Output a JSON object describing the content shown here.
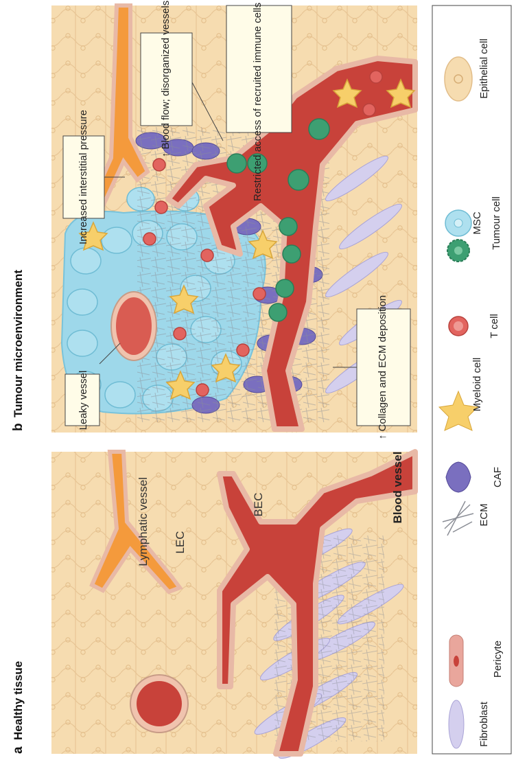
{
  "panels": {
    "a": {
      "letter": "a",
      "title": "Healthy tissue",
      "labels": {
        "lymphatic": "Lymphatic vessel",
        "lec": "LEC",
        "bec": "BEC",
        "blood": "Blood vessel"
      }
    },
    "b": {
      "letter": "b",
      "title": "Tumour microenvironment",
      "callouts": {
        "leaky": "Leaky vessel",
        "pressure": "Increased interstitial pressure",
        "flow": "↑ Blood flow; disorganized vessels",
        "access": "Restricted access of recruited immune cells to tumour bed",
        "collagen": "↑ Collagen and ECM deposition"
      }
    }
  },
  "legend": [
    {
      "label": "Fibroblast",
      "icon": "fibroblast-icon",
      "color": "#c9c4e6"
    },
    {
      "label": "Pericyte",
      "icon": "pericyte-icon",
      "color": "#e9a69c"
    },
    {
      "label": "ECM",
      "icon": "ecm-icon",
      "color": "#8b8e96"
    },
    {
      "label": "CAF",
      "icon": "caf-icon",
      "color": "#7a6fbf"
    },
    {
      "label": "Myeloid cell",
      "icon": "myeloid-icon",
      "color": "#f7cf6a"
    },
    {
      "label": "T cell",
      "icon": "t-cell-icon",
      "color": "#e2645f"
    },
    {
      "label": "MSC",
      "icon": "msc-icon",
      "color": "#3d9f72"
    },
    {
      "label": "Tumour cell",
      "icon": "tumour-cell-icon",
      "color": "#8fd3e8"
    },
    {
      "label": "Epithelial cell",
      "icon": "epithelial-icon",
      "color": "#f6dcb0"
    }
  ],
  "colors": {
    "tissue": "#f6dcb0",
    "blood": "#c8423a",
    "lymph": "#f49a3c",
    "wall": "#e8b9a6",
    "box": "#fffce8"
  }
}
